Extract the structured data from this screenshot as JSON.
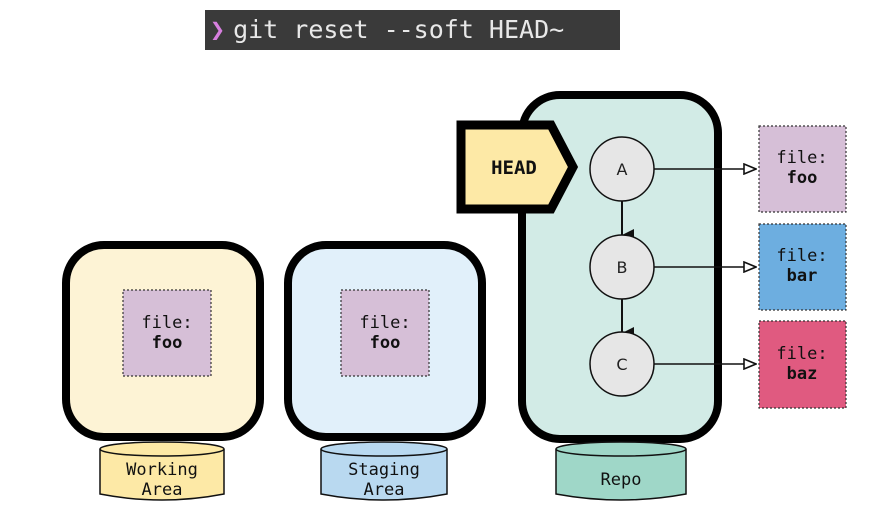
{
  "command": {
    "prompt_symbol": "❯",
    "text": "git reset --soft HEAD~"
  },
  "areas": {
    "working": {
      "label_line1": "Working",
      "label_line2": "Area",
      "file_label": "file:",
      "file_name": "foo",
      "color": "#fdf3d5",
      "base_color": "#fde9a6",
      "file_color": "#d6bfd7"
    },
    "staging": {
      "label_line1": "Staging",
      "label_line2": "Area",
      "file_label": "file:",
      "file_name": "foo",
      "color": "#e1f0fa",
      "base_color": "#b9d9f0",
      "file_color": "#d6bfd7"
    },
    "repo": {
      "label": "Repo",
      "color": "#d2ebe6",
      "base_color": "#9fd7c8"
    }
  },
  "head": {
    "label": "HEAD",
    "color": "#fde9a6"
  },
  "commits": [
    {
      "id": "A",
      "file_label": "file:",
      "file_name": "foo",
      "file_color": "#d6bfd7"
    },
    {
      "id": "B",
      "file_label": "file:",
      "file_name": "bar",
      "file_color": "#6daee0"
    },
    {
      "id": "C",
      "file_label": "file:",
      "file_name": "baz",
      "file_color": "#e05a80"
    }
  ]
}
